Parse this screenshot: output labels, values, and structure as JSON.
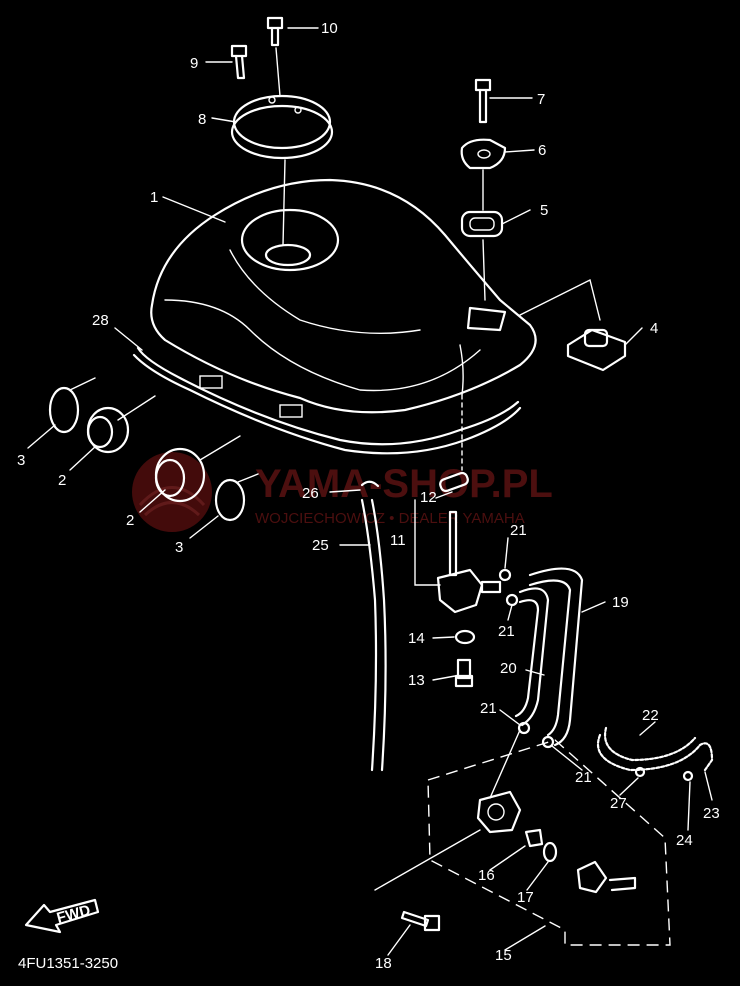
{
  "diagram": {
    "part_numbers": [
      "1",
      "2",
      "2",
      "3",
      "3",
      "4",
      "5",
      "6",
      "7",
      "8",
      "9",
      "10",
      "11",
      "12",
      "13",
      "14",
      "15",
      "16",
      "17",
      "18",
      "19",
      "20",
      "21",
      "21",
      "21",
      "21",
      "22",
      "23",
      "24",
      "25",
      "26",
      "27",
      "28"
    ],
    "drawing_code": "4FU1351-3250",
    "fwd_label": "FWD"
  },
  "watermark": {
    "title": "YAMA-SHOP.PL",
    "subtitle": "WOJCIECHOWICZ • DEALER YAMAHA"
  },
  "colors": {
    "background": "#000000",
    "line": "#ffffff",
    "watermark": "#8a1c1c"
  }
}
